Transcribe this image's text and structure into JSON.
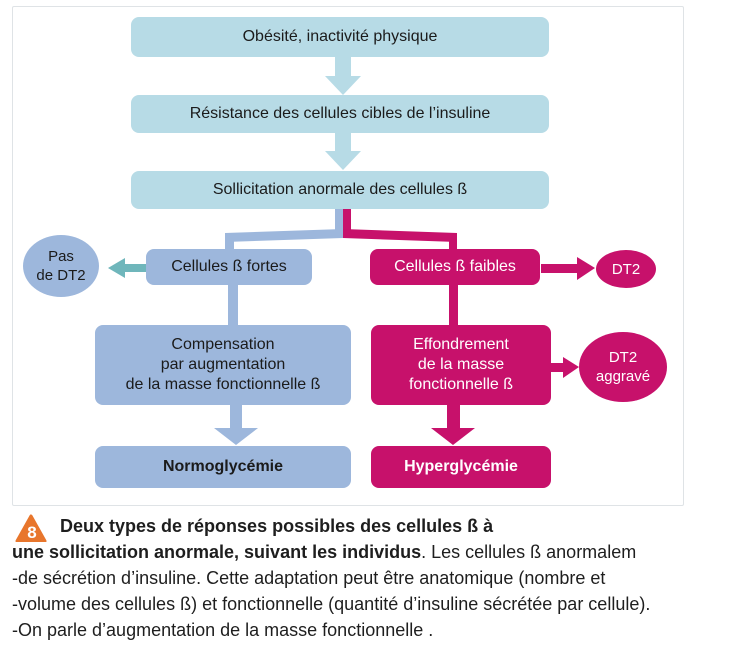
{
  "diagram": {
    "boxes": {
      "obesity": "Obésité, inactivité physique",
      "resistance": "Résistance des cellules cibles de l’insuline",
      "solicitation": "Sollicitation anormale des cellules ß",
      "strong_cells": "Cellules ß fortes",
      "weak_cells": "Cellules ß faibles",
      "compensation": "Compensation\npar augmentation\nde la masse fonctionnelle ß",
      "collapse": "Effondrement\nde la masse\nfonctionnelle ß",
      "normoglycemia": "Normoglycémie",
      "hyperglycemia": "Hyperglycémie"
    },
    "outcomes": {
      "no_dt2": "Pas\nde DT2",
      "dt2": "DT2",
      "dt2_worse": "DT2\naggravé"
    },
    "colors": {
      "teal": "#b7dbe6",
      "blue": "#9db7dc",
      "magenta": "#c7116b",
      "teal_arrow": "#6fb6bb",
      "badge": "#e8762c"
    }
  },
  "caption": {
    "figure_number": "8",
    "title_part1": "Deux types de réponses possibles des cellules ß à",
    "title_part2": "une sollicitation anormale, suivant les individus",
    "line1_text": ". Les cellules ß  anormalem",
    "line2": "-de sécrétion d’insuline. Cette adaptation peut être anatomique (nombre et",
    "line3": "-volume des cellules ß) et fonctionnelle (quantité d’insuline sécrétée par cellule).",
    "line4": "-On parle d’augmentation de la masse fonctionnelle  ."
  }
}
